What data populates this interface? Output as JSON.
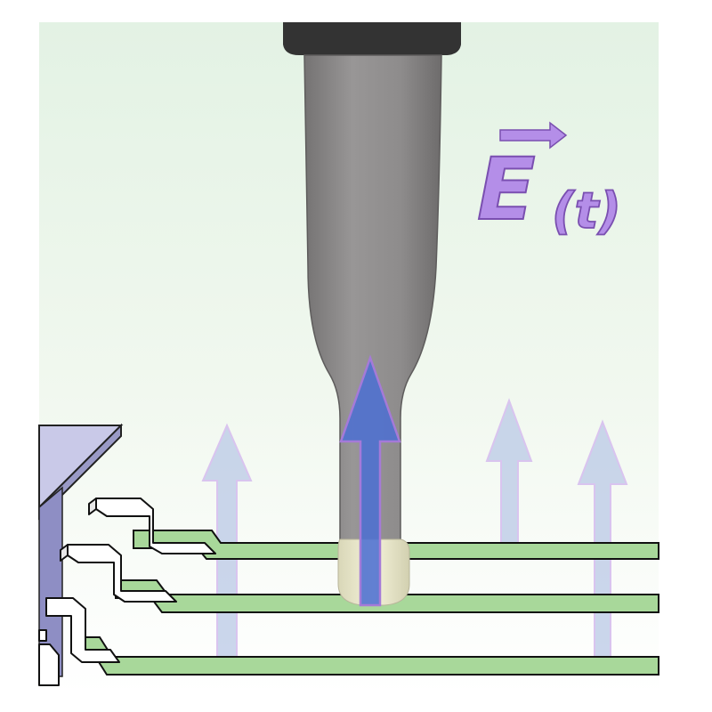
{
  "label": {
    "symbol": "E",
    "argument": "(t)",
    "color": "#b48ee8",
    "outline": "#7a4fb0"
  },
  "colors": {
    "background_top": "#e3f2e4",
    "background_bottom": "#ffffff",
    "probe_body": "#8c8a8a",
    "probe_cap": "#3a3a3a",
    "probe_tip": "#efedcf",
    "trace_fill": "#a8d89a",
    "trace_edge": "#111111",
    "chip_body": "#c8c8e6",
    "field_arrow_faint": "#b9c8e6",
    "field_arrow_strong": "#4d6fd0",
    "field_arrow_outline": "#a57ad8"
  },
  "icons": [
    "ic-package",
    "gull-wing-lead",
    "field-arrow",
    "probe"
  ]
}
